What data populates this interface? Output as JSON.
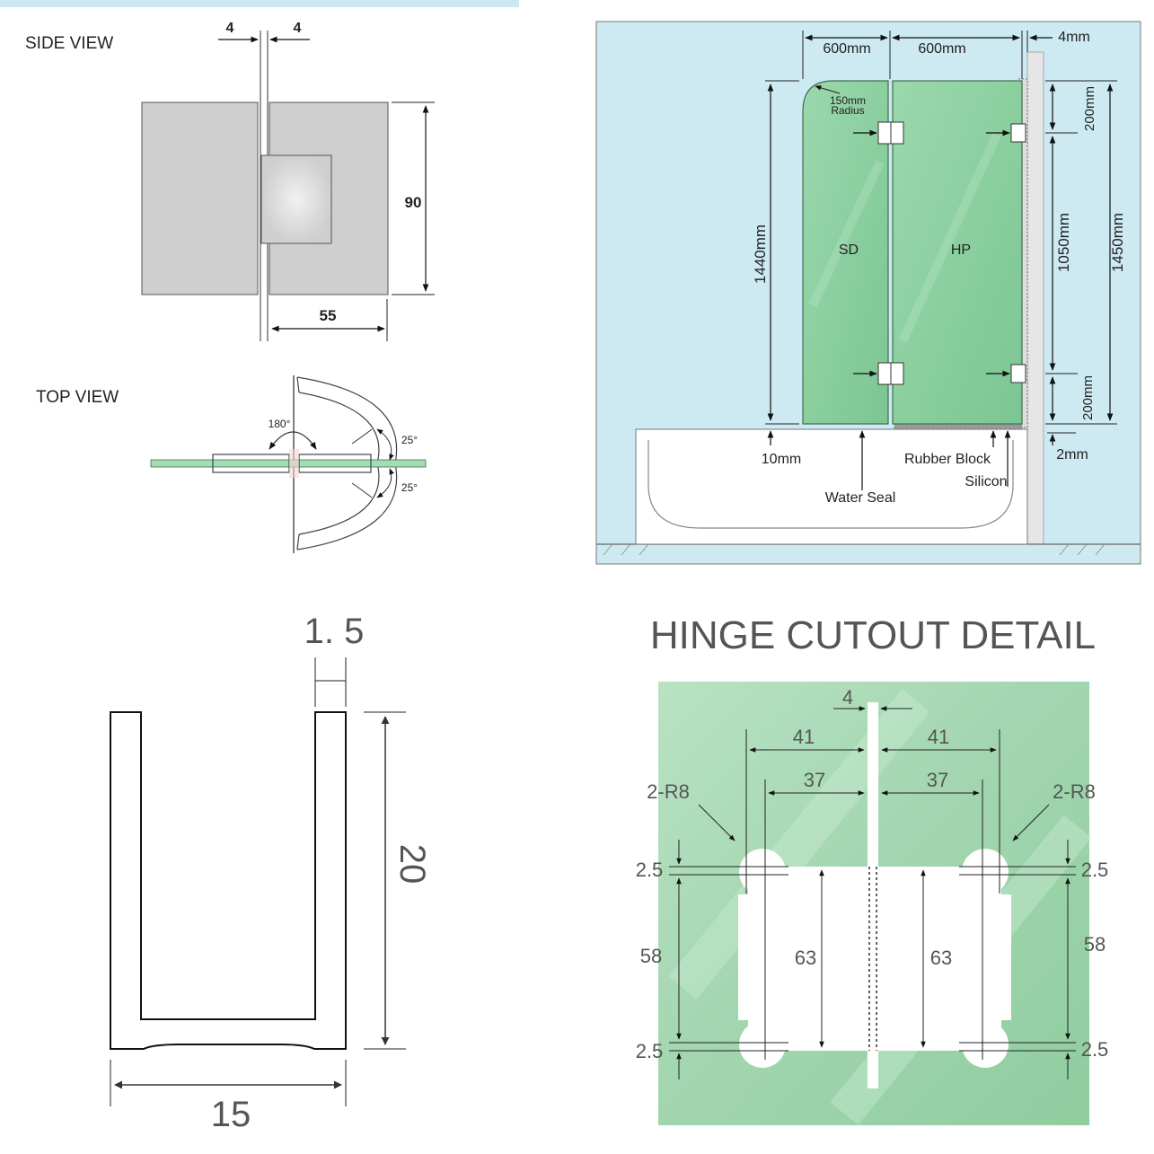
{
  "side_view": {
    "title": "SIDE VIEW",
    "gap_left": "4",
    "gap_right": "4",
    "height": "90",
    "width": "55"
  },
  "top_view": {
    "title": "TOP VIEW",
    "rotation": "180°",
    "angle_top": "25°",
    "angle_bottom": "25°"
  },
  "screen": {
    "width_left": "600mm",
    "width_right": "600mm",
    "wall_gap": "4mm",
    "corner_radius_value": "150mm",
    "corner_radius_word": "Radius",
    "panel_left": "SD",
    "panel_right": "HP",
    "height_total": "1440mm",
    "top_offset": "200mm",
    "hinge_span": "1050mm",
    "bottom_offset": "200mm",
    "wall_height": "1450mm",
    "bottom_gap": "10mm",
    "rubber_block": "Rubber Block",
    "silicon": "Silicon",
    "water_seal": "Water Seal",
    "base_gap": "2mm",
    "colors": {
      "background": "#cdeaf2",
      "glass": "#8fd1a2",
      "glass_edge": "#3f6e4e"
    }
  },
  "u_channel": {
    "thickness": "1. 5",
    "height": "20",
    "width": "15"
  },
  "hinge_cutout": {
    "title": "HINGE CUTOUT DETAIL",
    "gap": "4",
    "outer_left": "41",
    "outer_right": "41",
    "inner_left": "37",
    "inner_right": "37",
    "radius_left": "2-R8",
    "radius_right": "2-R8",
    "offset_tl": "2.5",
    "offset_tr": "2.5",
    "offset_bl": "2.5",
    "offset_br": "2.5",
    "height_outer_left": "58",
    "height_outer_right": "58",
    "height_inner_left": "63",
    "height_inner_right": "63",
    "colors": {
      "glass": "#a7d8b4",
      "cutout": "#ffffff"
    }
  }
}
